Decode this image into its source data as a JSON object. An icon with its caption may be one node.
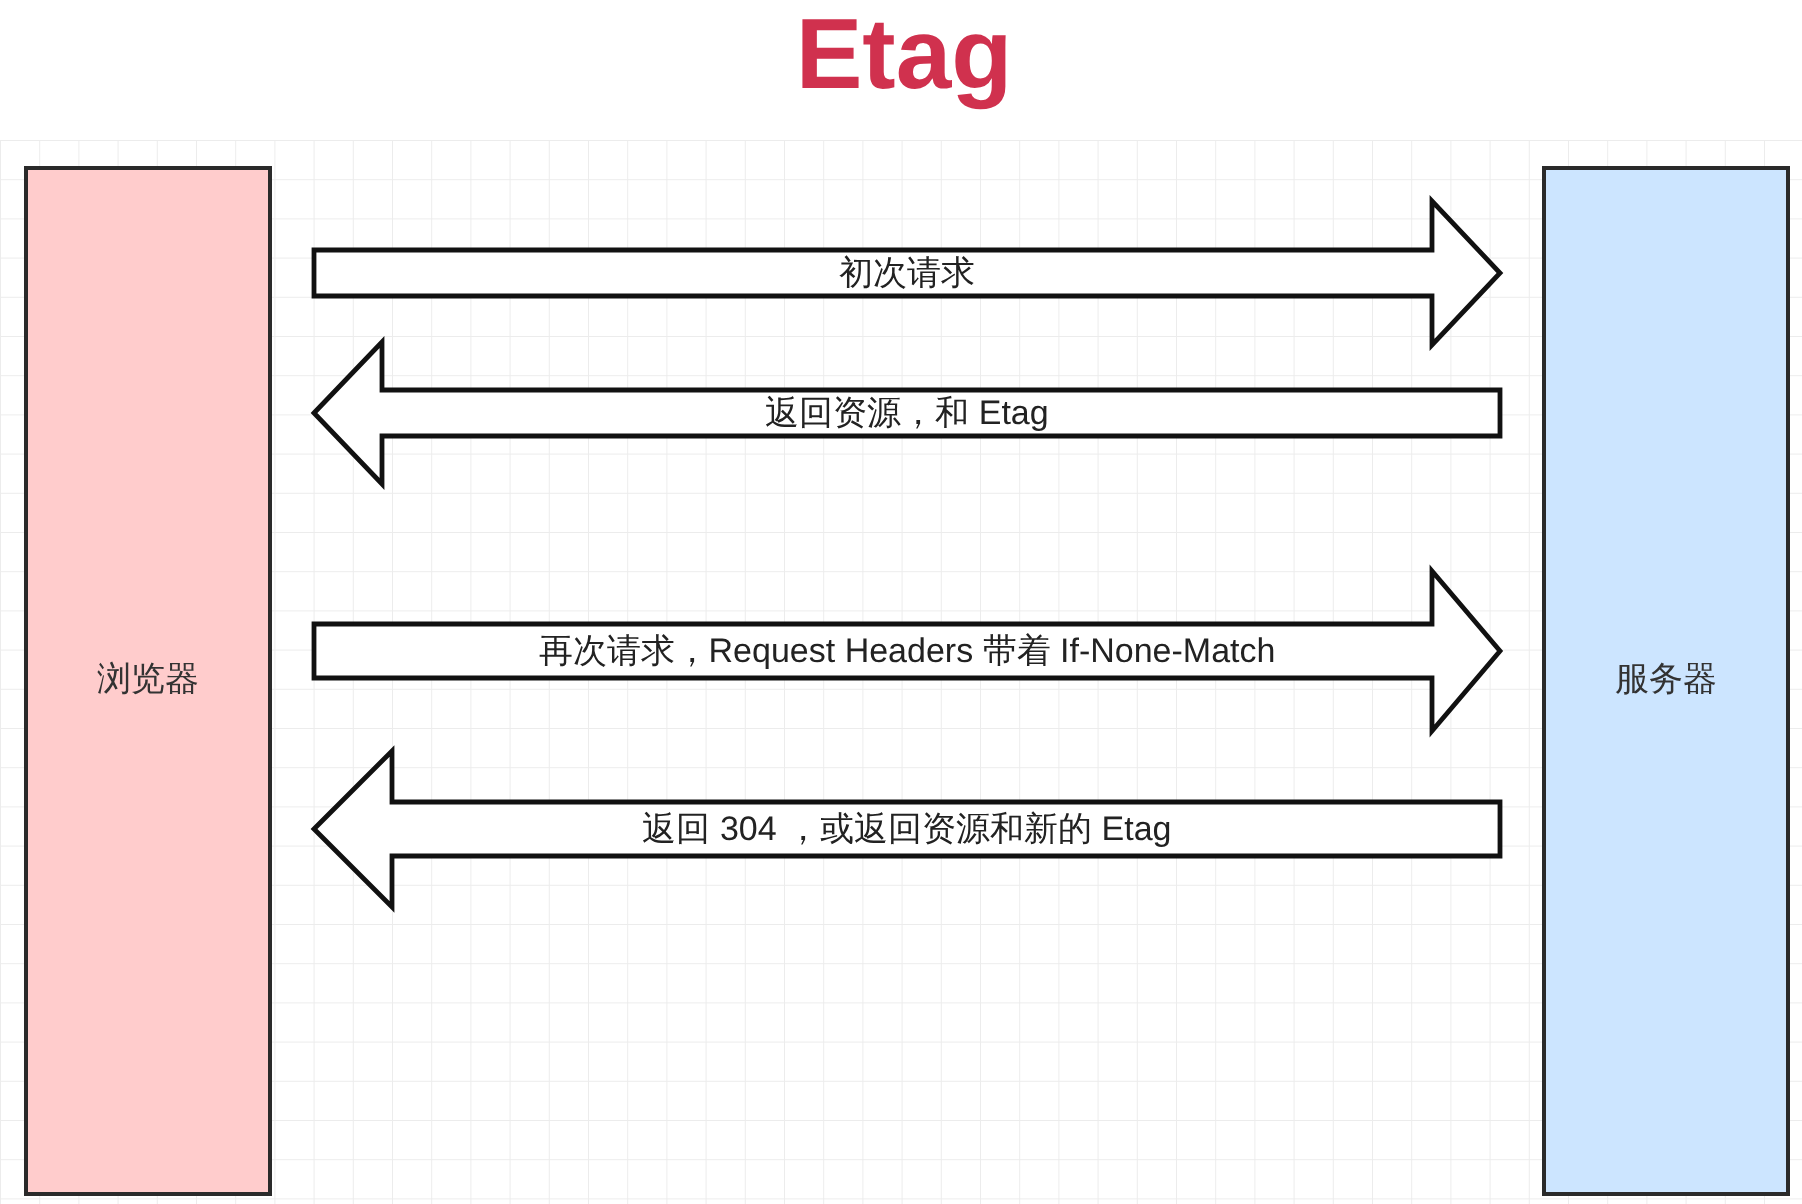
{
  "diagram": {
    "title": "Etag",
    "nodes": [
      {
        "text": [
          "浏览器"
        ]
      },
      {
        "text": [
          "服务器"
        ]
      }
    ],
    "edges": [
      {
        "from": 0,
        "to": 1,
        "arrow": "to",
        "label": "初次请求"
      },
      {
        "from": 1,
        "to": 0,
        "arrow": "to",
        "label": "返回资源，和 Etag"
      },
      {
        "from": 0,
        "to": 1,
        "arrow": "to",
        "label": "再次请求，Request Headers 带着 If-None-Match"
      },
      {
        "from": 1,
        "to": 0,
        "arrow": "to",
        "label": "返回 304 ，或返回资源和新的 Etag"
      }
    ]
  }
}
